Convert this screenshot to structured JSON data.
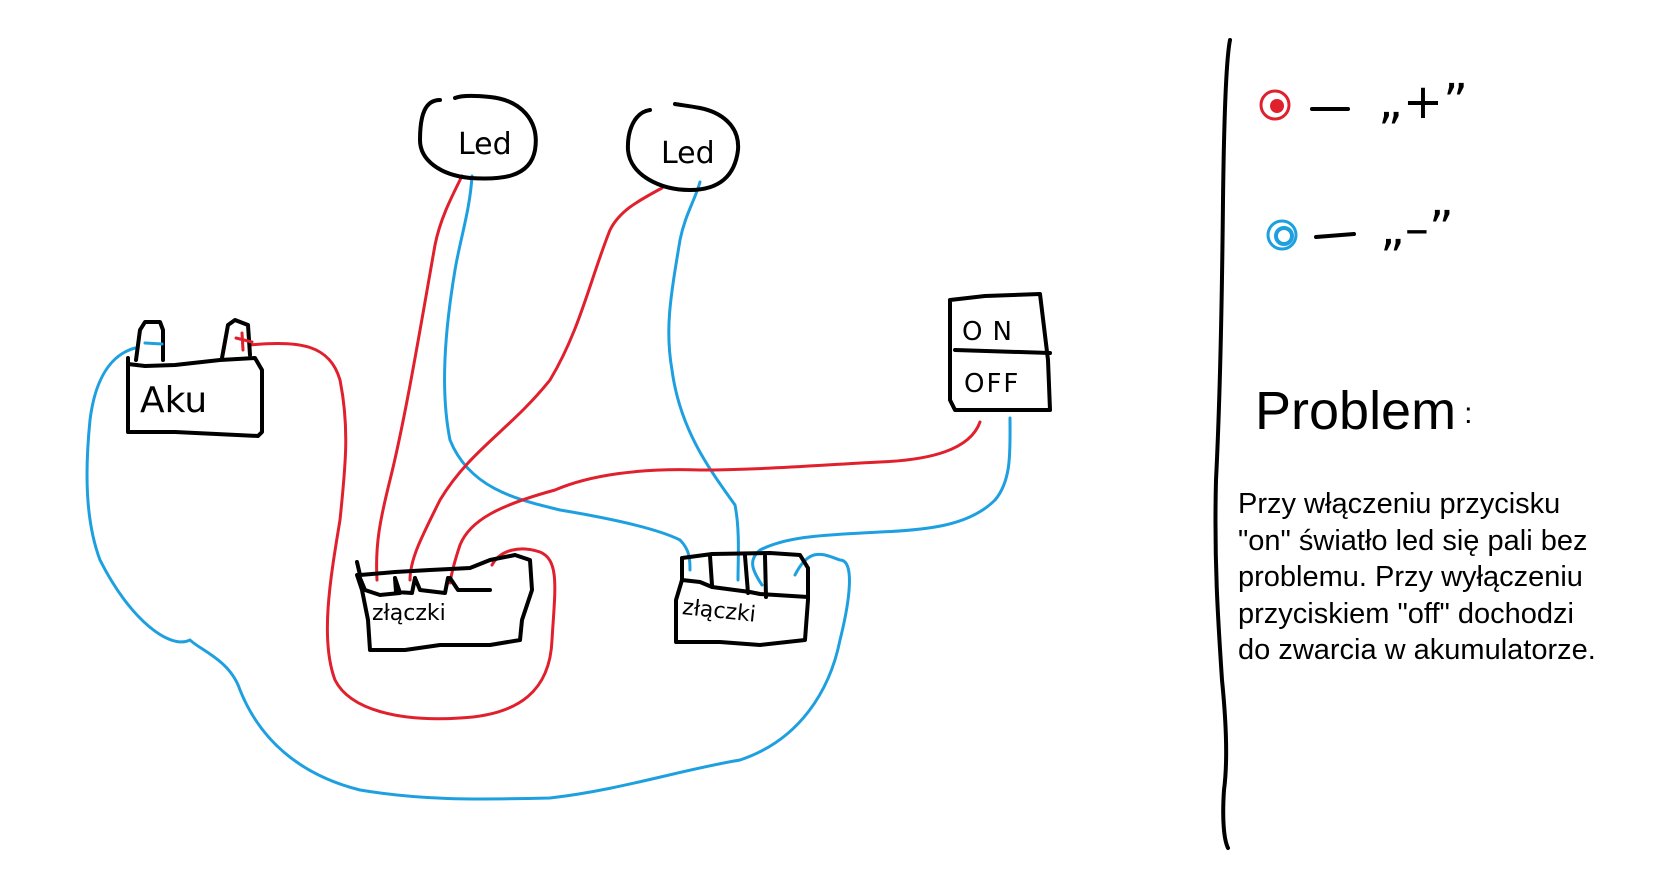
{
  "diagram": {
    "battery": {
      "label": "Aku",
      "plus_mark": "+"
    },
    "leds": [
      {
        "label": "Led"
      },
      {
        "label": "Led"
      }
    ],
    "connectors": [
      {
        "label": "złączki"
      },
      {
        "label": "złączki"
      }
    ],
    "switch": {
      "on_label": "ON",
      "off_label": "OFF"
    },
    "wire_colors": {
      "positive": "#e0202c",
      "negative": "#1ea0e0"
    }
  },
  "legend": {
    "items": [
      {
        "color": "#e0202c",
        "icon": "red-dot-icon",
        "dash": "–",
        "meaning": "„+”"
      },
      {
        "color": "#1ea0e0",
        "icon": "blue-dot-icon",
        "dash": "–",
        "meaning": "„–”"
      }
    ]
  },
  "problem": {
    "title": "Problem",
    "colon": ":",
    "lines": [
      "Przy włączeniu przycisku",
      "\"on\" światło led się pali bez",
      "problemu. Przy wyłączeniu",
      "przyciskiem \"off\" dochodzi",
      "do zwarcia w akumulatorze."
    ]
  }
}
